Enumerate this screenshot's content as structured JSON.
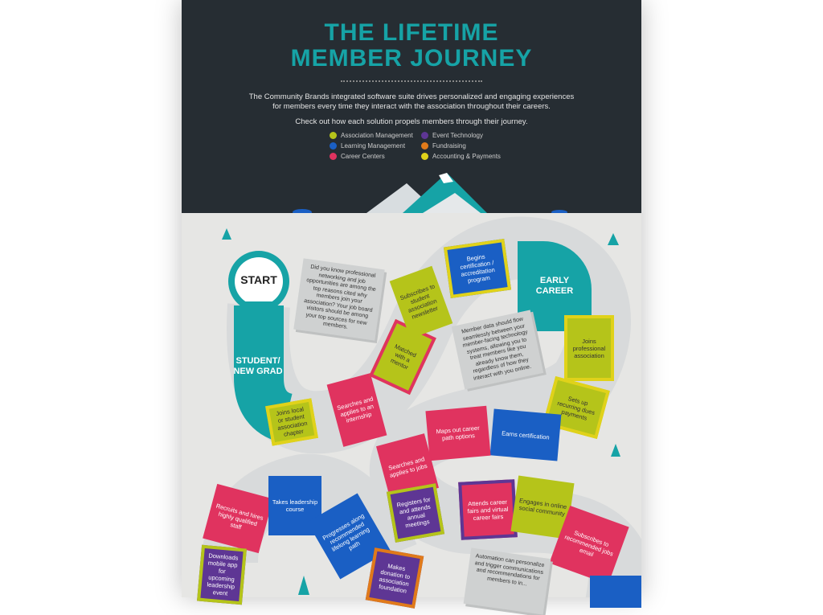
{
  "title": [
    "THE LIFETIME",
    "MEMBER JOURNEY"
  ],
  "intro": "The Community Brands integrated software suite drives personalized and engaging experiences for members every time they interact with the association throughout their careers.",
  "subintro": "Check out how each solution propels members through their journey.",
  "legend": [
    {
      "label": "Association Management",
      "color": "#b5c41a"
    },
    {
      "label": "Learning Management",
      "color": "#1a5fc4"
    },
    {
      "label": "Career Centers",
      "color": "#e0335f"
    },
    {
      "label": "Event Technology",
      "color": "#5e3694"
    },
    {
      "label": "Fundraising",
      "color": "#e07a1a"
    },
    {
      "label": "Accounting & Payments",
      "color": "#e0d21a"
    }
  ],
  "start": "START",
  "student": "STUDENT/ NEW GRAD",
  "early": "EARLY CAREER",
  "tiles": [
    "Joins local or student association chapter",
    "Searches and applies to an internship",
    "Matched with a mentor",
    "Subscribes to student association newsletter",
    "Begins certification / accreditation program",
    "Joins professional association",
    "Sets up recurring dues payments",
    "Earns certification",
    "Maps out career path options",
    "Searches and applies to jobs",
    "Registers for and attends annual meetings",
    "Attends career fairs and virtual career fairs",
    "Engages in online social community",
    "Subscribes to recommended jobs email",
    "Recruits and hires highly qualified staff",
    "Takes leadership course",
    "Progresses along recommended lifelong learning path",
    "Makes donation to association foundation",
    "Downloads mobile app for upcoming leadership event"
  ],
  "notes": [
    "Did you know professional networking and job opportunities are among the top reasons cited why members join your association? Your job board visitors should be among your top sources for new members.",
    "Member data should flow seamlessly between your member-facing technology systems, allowing you to treat members like you already know them, regardless of how they interact with you online.",
    "Automation can personalize and trigger communications and recommendations for members to in..."
  ]
}
